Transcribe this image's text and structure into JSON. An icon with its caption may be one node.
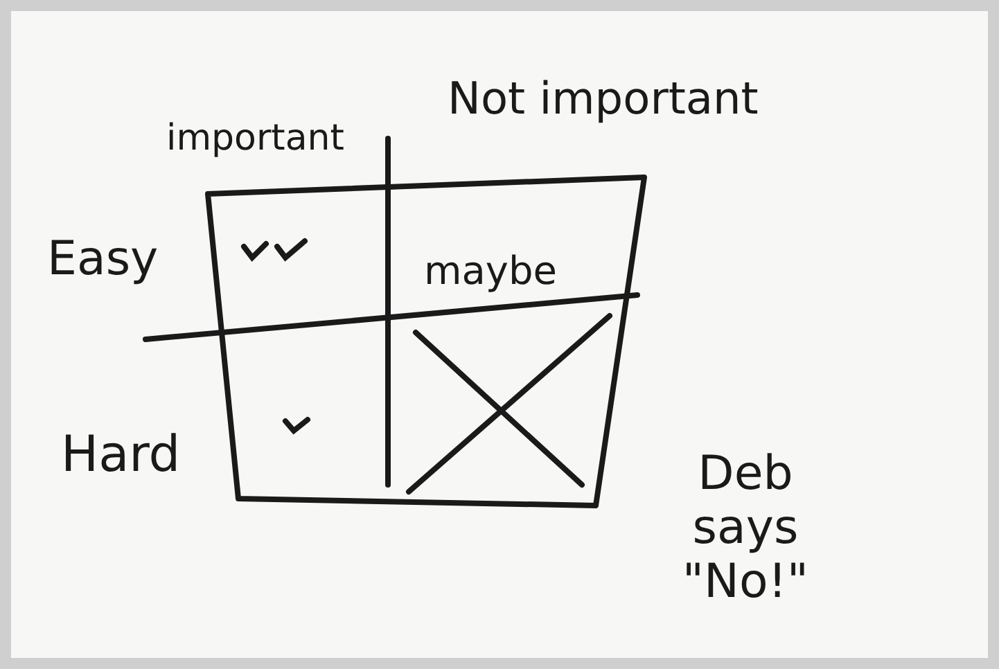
{
  "diagram": {
    "labels": [
      "important",
      "Not important",
      "Easy",
      "maybe",
      "Hard",
      "Deb says \"No!\""
    ]
  }
}
